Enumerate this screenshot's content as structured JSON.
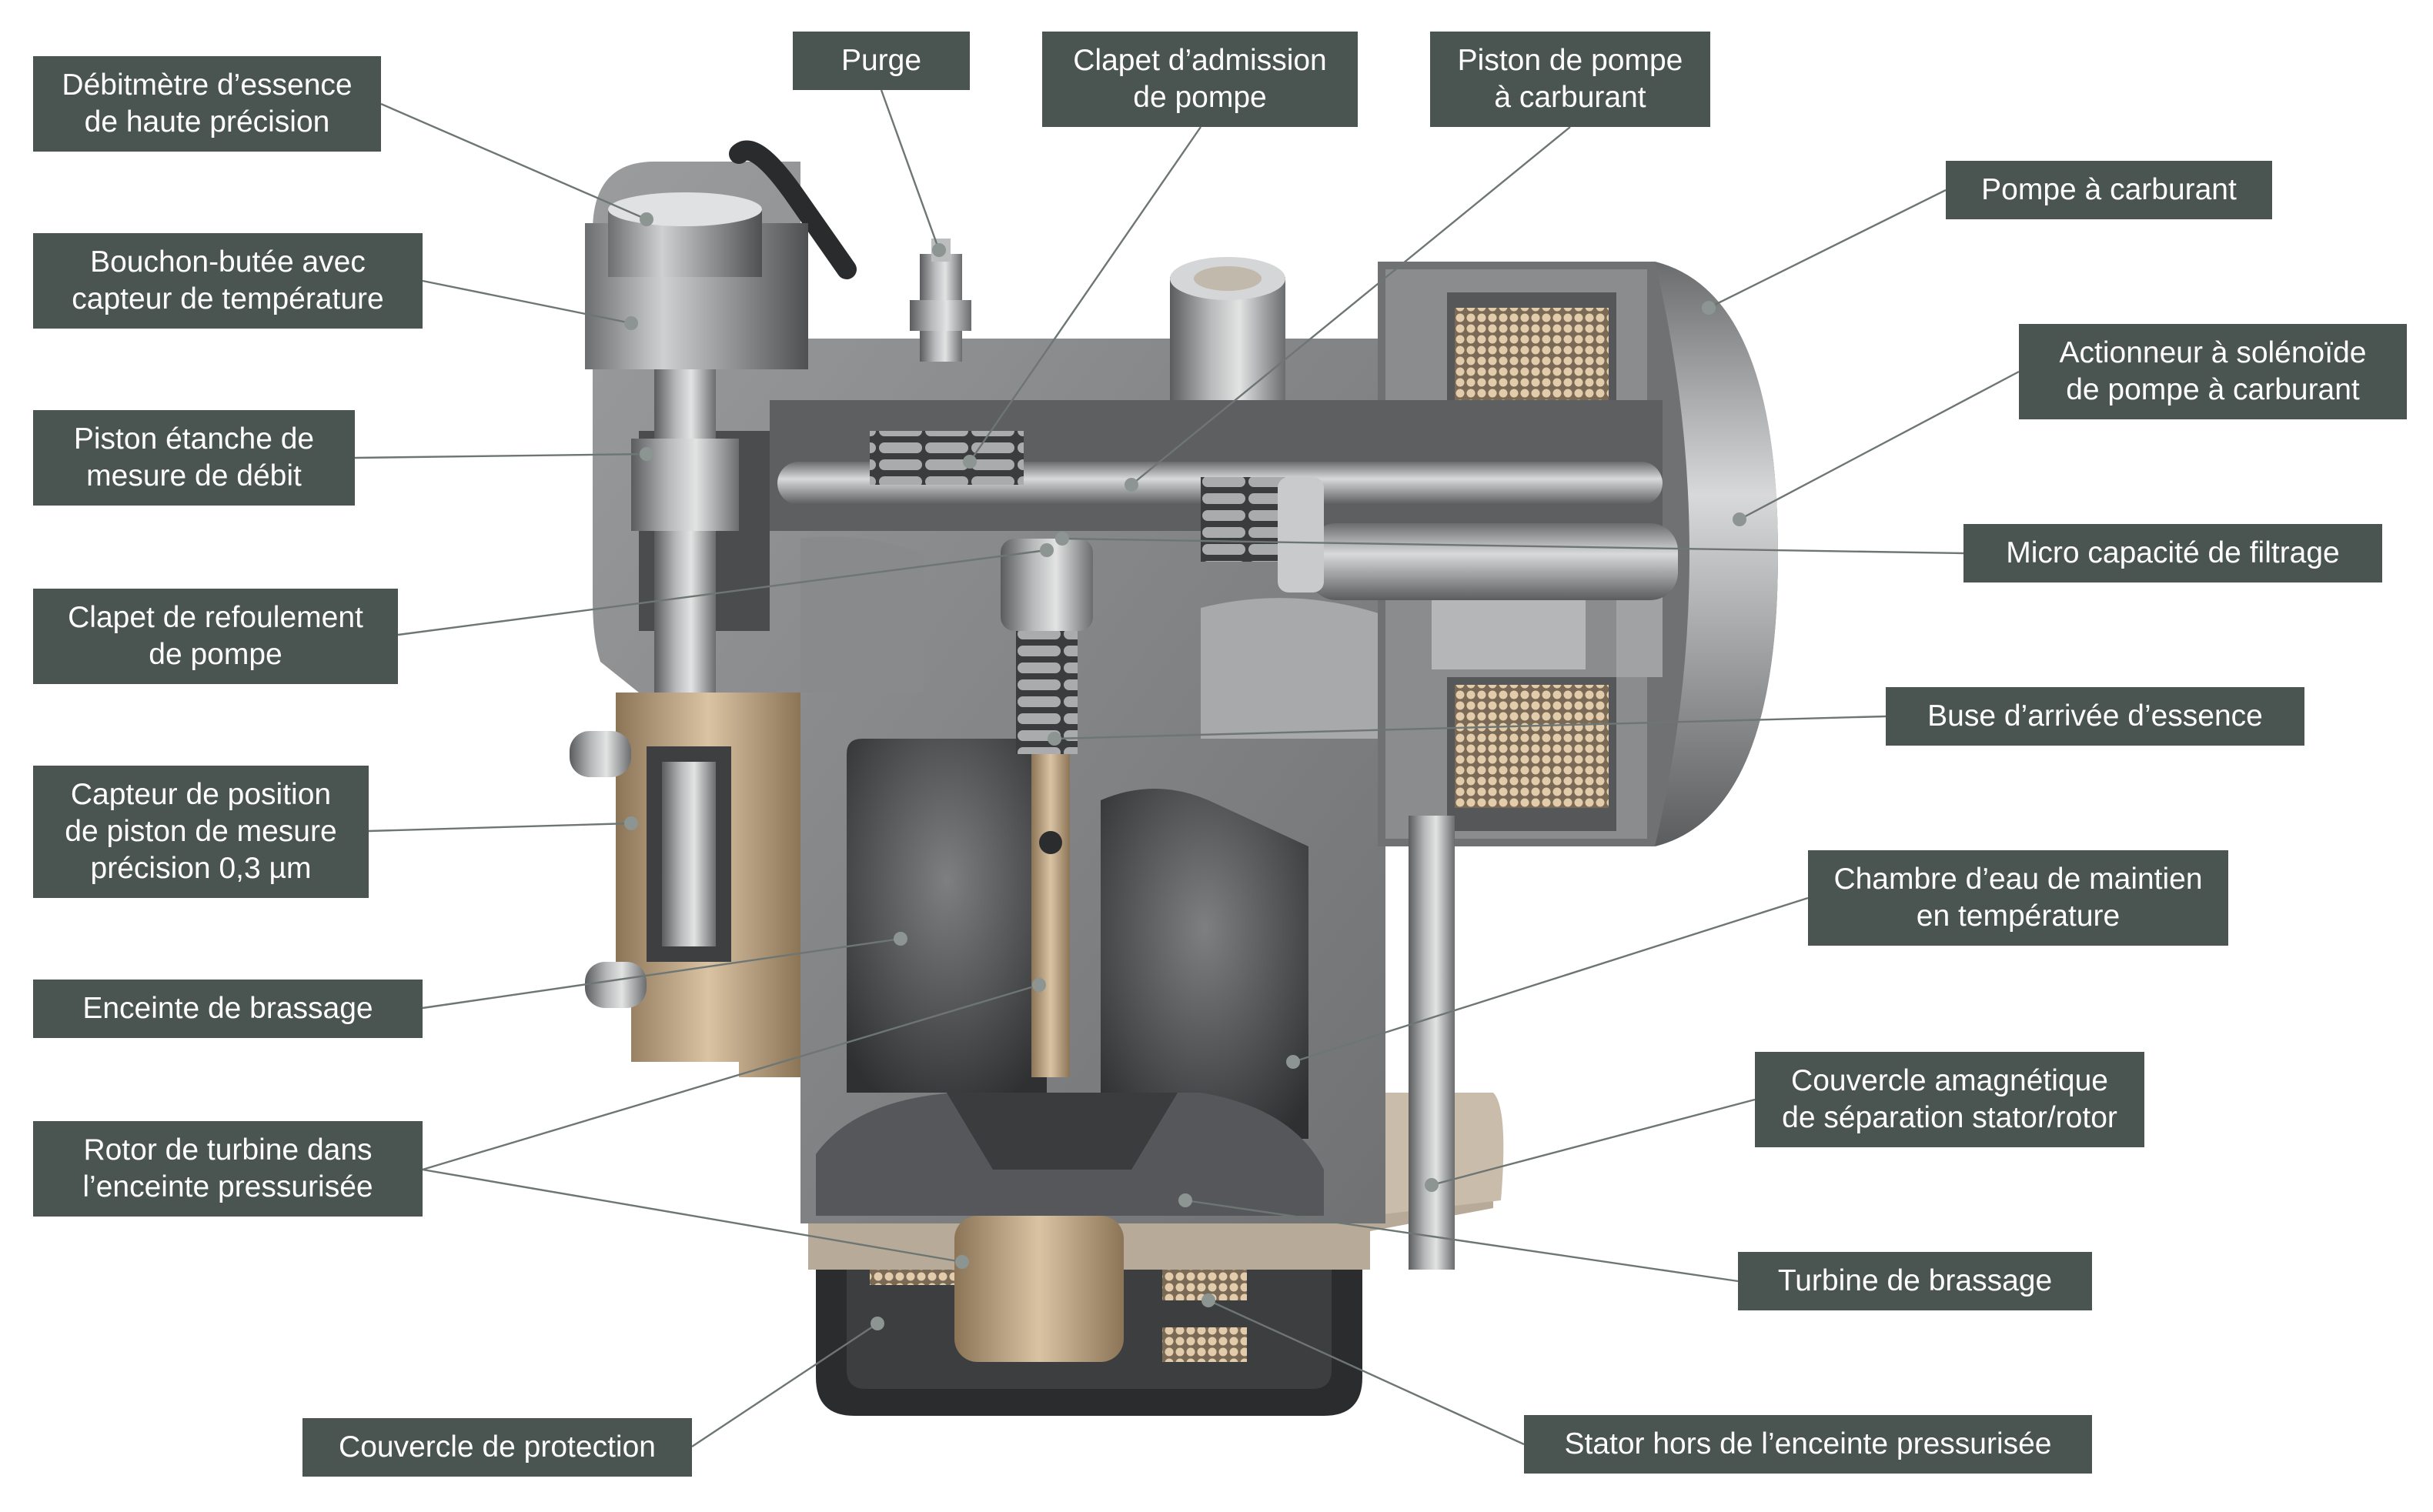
{
  "labels": {
    "debitmetre": [
      "Débitmètre d’essence",
      "de haute précision"
    ],
    "bouchon": [
      "Bouchon-butée avec",
      "capteur de température"
    ],
    "piston_etanche": [
      "Piston étanche de",
      "mesure de débit"
    ],
    "clapet_refoulement": [
      "Clapet de refoulement",
      "de pompe"
    ],
    "capteur_position": [
      "Capteur de position",
      "de piston de mesure",
      "précision 0,3 µm"
    ],
    "enceinte_brassage": [
      "Enceinte de brassage"
    ],
    "rotor_turbine": [
      "Rotor de turbine dans",
      "l’enceinte pressurisée"
    ],
    "couvercle_protection": [
      "Couvercle de protection"
    ],
    "purge": [
      "Purge"
    ],
    "clapet_admission": [
      "Clapet d’admission",
      "de pompe"
    ],
    "piston_pompe": [
      "Piston de pompe",
      "à carburant"
    ],
    "pompe_carburant": [
      "Pompe à carburant"
    ],
    "actionneur": [
      "Actionneur à solénoïde",
      "de pompe à carburant"
    ],
    "micro_filtrage": [
      "Micro capacité de filtrage"
    ],
    "buse_arrivee": [
      "Buse d’arrivée d’essence"
    ],
    "chambre_eau": [
      "Chambre d’eau de maintien",
      "en température"
    ],
    "couvercle_amagnetique": [
      "Couvercle amagnétique",
      "de séparation stator/rotor"
    ],
    "turbine_brassage": [
      "Turbine de brassage"
    ],
    "stator": [
      "Stator hors de l’enceinte pressurisée"
    ]
  },
  "colors": {
    "label_bg": "#4a5450",
    "label_text": "#ffffff",
    "leader": "#6d7673",
    "metal_dark": "#4b4d4f",
    "metal_mid": "#8e9092",
    "metal_light": "#c9cacb",
    "brass": "#b89f82",
    "copper_coil": "#d8c0a0"
  }
}
